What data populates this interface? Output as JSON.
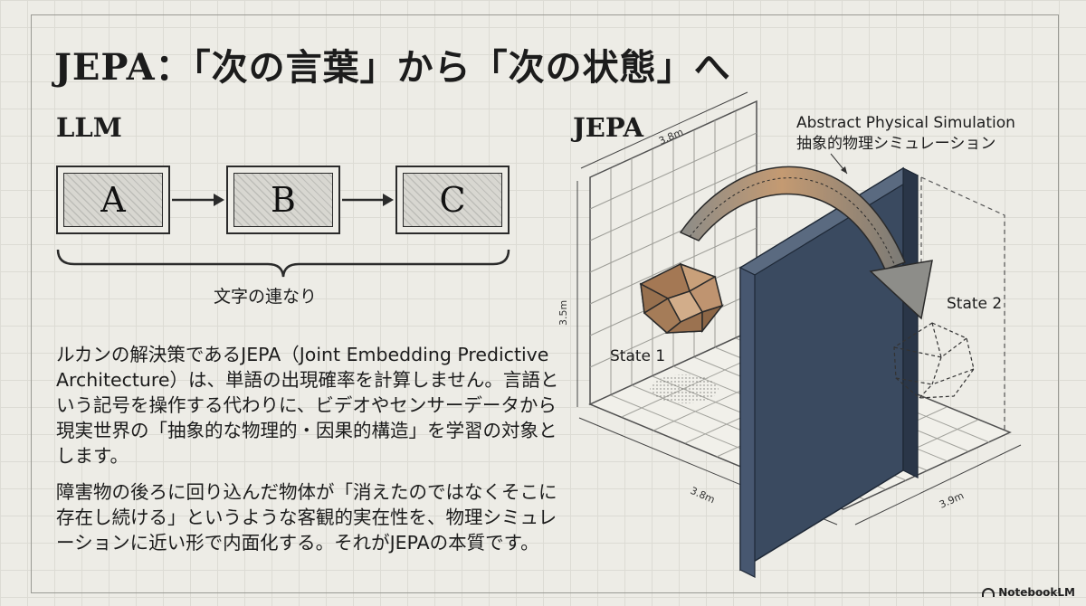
{
  "title": "JEPA：「次の言葉」から「次の状態」へ",
  "llm": {
    "label": "LLM",
    "boxes": [
      "A",
      "B",
      "C"
    ],
    "caption": "文字の連なり"
  },
  "jepa": {
    "label": "JEPA",
    "annotation_en": "Abstract Physical Simulation",
    "annotation_ja": "抽象的物理シミュレーション",
    "state1": "State 1",
    "state2": "State 2",
    "dim_top": "3.8m",
    "dim_left": "3.5m",
    "dim_bottom_left": "3.8m",
    "dim_bottom_right": "3.9m"
  },
  "body": {
    "para1": "ルカンの解決策であるJEPA（Joint Embedding Predictive Architecture）は、単語の出現確率を計算しません。言語という記号を操作する代わりに、ビデオやセンサーデータから現実世界の「抽象的な物理的・因果的構造」を学習の対象とします。",
    "para2": "障害物の後ろに回り込んだ物体が「消えたのではなくそこに存在し続ける」というような客観的実在性を、物理シミュレーションに近い形で内面化する。それがJEPAの本質です。"
  },
  "brand": "NotebookLM"
}
